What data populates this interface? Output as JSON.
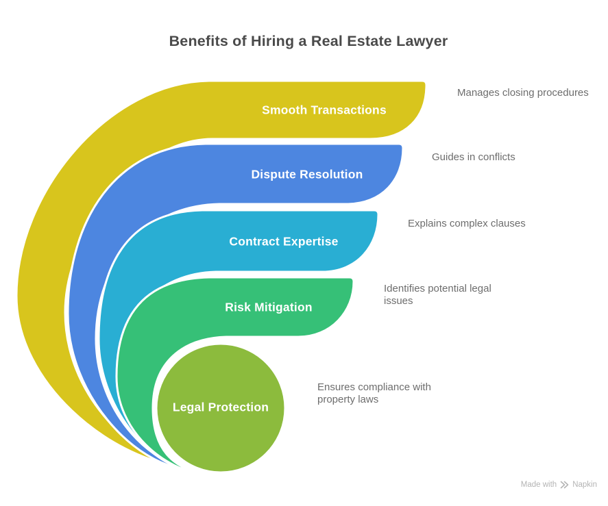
{
  "title": "Benefits of Hiring a Real Estate Lawyer",
  "diagram": {
    "type": "nested-curved-bands",
    "bands": [
      {
        "label": "Smooth Transactions",
        "color": "#d8c51d",
        "annotation": "Manages closing procedures"
      },
      {
        "label": "Dispute Resolution",
        "color": "#4d86e0",
        "annotation": "Guides in conflicts"
      },
      {
        "label": "Contract Expertise",
        "color": "#29aed3",
        "annotation": "Explains complex clauses"
      },
      {
        "label": "Risk Mitigation",
        "color": "#36c077",
        "annotation": "Identifies potential legal issues"
      }
    ],
    "center": {
      "label": "Legal Protection",
      "color": "#8cbb3d",
      "annotation": "Ensures compliance with property laws"
    }
  },
  "footer": {
    "made_with_label": "Made with",
    "brand": "Napkin"
  }
}
